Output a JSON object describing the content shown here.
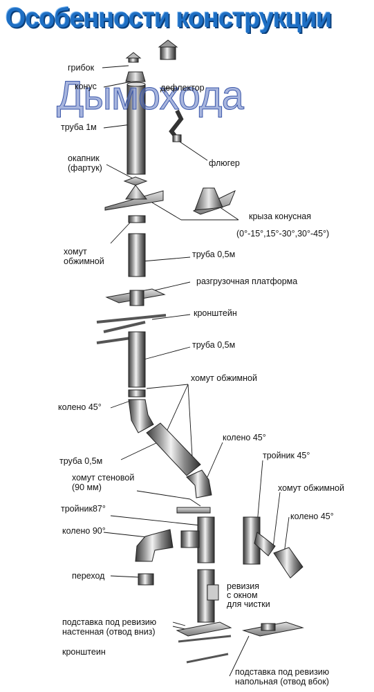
{
  "title": "Особенности конструкции",
  "subtitle": "Дымохода",
  "labels": {
    "gribok": "грибок",
    "konus": "конус",
    "deflektor": "дефлектор",
    "truba_1m": "труба 1м",
    "fluger": "флюгер",
    "okapnik_1": "окапник",
    "okapnik_2": "(фартук)",
    "krysha_1": "крыза конусная",
    "krysha_2": "(0°-15°,15°-30°,30°-45°)",
    "khomut_1a": "хомут",
    "khomut_1b": "обжимной",
    "truba_05_1": "труба 0,5м",
    "platforma": "разгрузочная платформа",
    "kronshtein_1": "кронштейн",
    "truba_05_2": "труба 0,5м",
    "khomut_2": "хомут обжимной",
    "koleno_45_1": "колено  45°",
    "koleno_45_2": "колено 45°",
    "truba_05_3": "труба 0,5м",
    "troinik_45": "тройник 45°",
    "khomut_sten_1": "хомут стеновой",
    "khomut_sten_2": "(90 мм)",
    "khomut_3": "хомут обжимной",
    "troinik_87": "тройник87°",
    "koleno_45_3": "колено  45°",
    "koleno_90": "колено 90°",
    "perekhod": "переход",
    "reviziya_1": "ревизия",
    "reviziya_2": "с окном",
    "reviziya_3": "для чистки",
    "podstavka_1a": "подставка под ревизию",
    "podstavka_1b": "настенная (отвод вниз)",
    "kronshtein_2": "кронштеин",
    "podstavka_2a": "подставка под ревизию",
    "podstavka_2b": "напольная (отвод вбок)"
  }
}
